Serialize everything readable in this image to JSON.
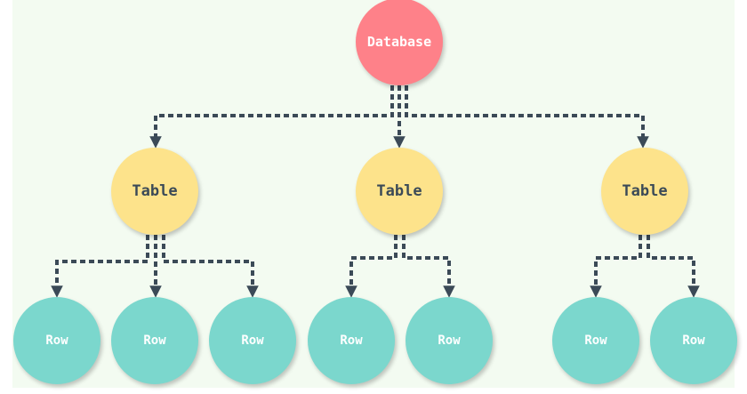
{
  "colors": {
    "background": "#f3fbf1",
    "database_fill": "#fe8189",
    "database_text": "#ffffff",
    "table_fill": "#fde38b",
    "table_text": "#3b4a57",
    "row_fill": "#7bd7cd",
    "row_text": "#ffffff",
    "connector": "#3b4a57"
  },
  "database": {
    "label": "Database"
  },
  "tables": [
    {
      "label": "Table",
      "rows": [
        {
          "label": "Row"
        },
        {
          "label": "Row"
        },
        {
          "label": "Row"
        }
      ]
    },
    {
      "label": "Table",
      "rows": [
        {
          "label": "Row"
        },
        {
          "label": "Row"
        }
      ]
    },
    {
      "label": "Table",
      "rows": [
        {
          "label": "Row"
        },
        {
          "label": "Row"
        }
      ]
    }
  ]
}
